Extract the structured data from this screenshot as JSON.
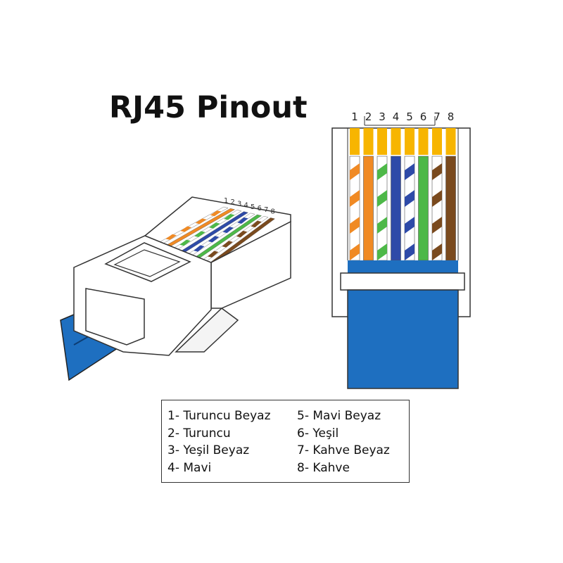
{
  "title": "RJ45 Pinout",
  "pin_numbers": [
    "1",
    "2",
    "3",
    "4",
    "5",
    "6",
    "7",
    "8"
  ],
  "wires": [
    {
      "pin": "1",
      "color": "#f08a24",
      "striped": true
    },
    {
      "pin": "2",
      "color": "#f08a24",
      "striped": false
    },
    {
      "pin": "3",
      "color": "#4db848",
      "striped": true
    },
    {
      "pin": "4",
      "color": "#2e4aa8",
      "striped": false
    },
    {
      "pin": "5",
      "color": "#2e4aa8",
      "striped": true
    },
    {
      "pin": "6",
      "color": "#4db848",
      "striped": false
    },
    {
      "pin": "7",
      "color": "#7a4a1e",
      "striped": true
    },
    {
      "pin": "8",
      "color": "#7a4a1e",
      "striped": false
    }
  ],
  "colors": {
    "contact": "#f7b500",
    "cable": "#1e6fc0",
    "cable_dark": "#16569a",
    "outline": "#333333"
  },
  "legend": {
    "left": [
      "1- Turuncu Beyaz",
      "2- Turuncu",
      "3- Yeşil Beyaz",
      "4- Mavi"
    ],
    "right": [
      "5- Mavi Beyaz",
      "6- Yeşil",
      "7- Kahve Beyaz",
      "8- Kahve"
    ]
  }
}
